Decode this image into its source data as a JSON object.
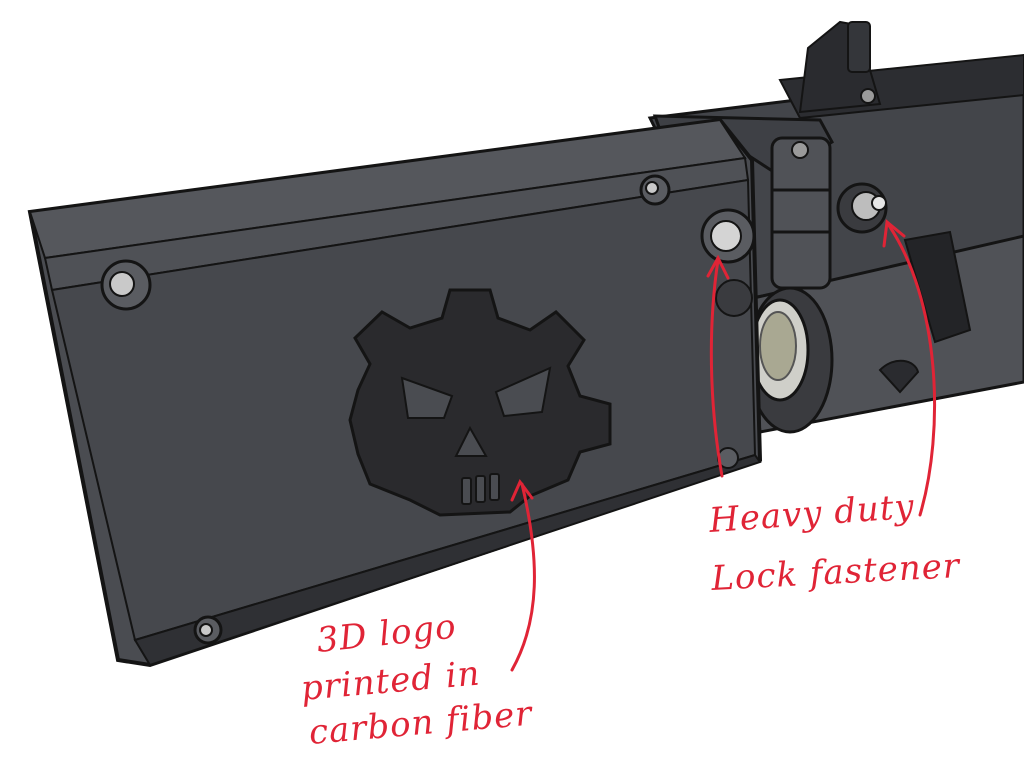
{
  "colors": {
    "annotation": "#e02436",
    "panel": "#4a4c51",
    "panel_dark": "#2f3034",
    "logo": "#2a2a2d",
    "outline": "#141414",
    "background": "#ffffff"
  },
  "icons": {
    "logo": "skull-gear-icon"
  },
  "annotations": {
    "fastener": {
      "line1": "Heavy duty",
      "line2": "Lock fastener"
    },
    "logo": {
      "line1": "3D logo",
      "line2": "printed in",
      "line3": "carbon fiber"
    }
  }
}
